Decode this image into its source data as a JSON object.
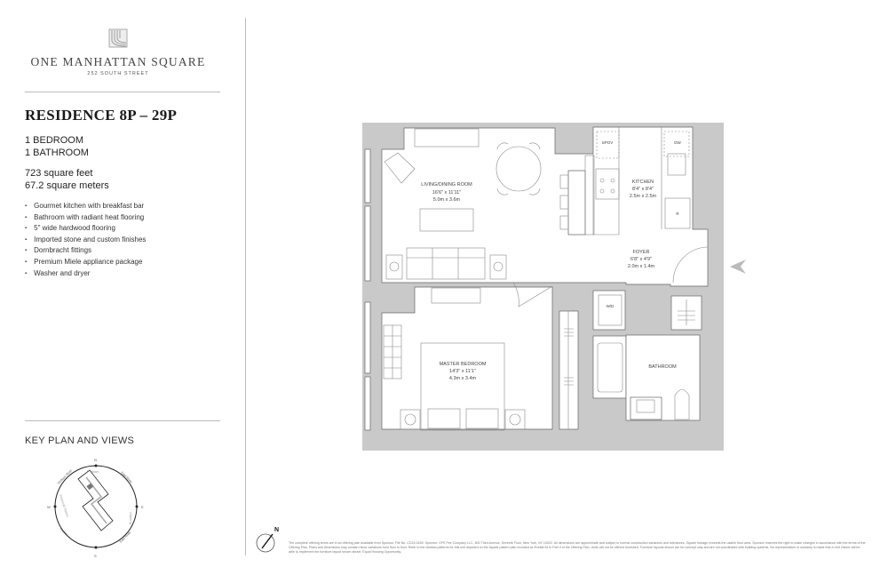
{
  "brand": {
    "name": "ONE MANHATTAN SQUARE",
    "address": "252 SOUTH STREET"
  },
  "residence": {
    "title": "RESIDENCE 8P – 29P",
    "bedrooms": "1 BEDROOM",
    "bathrooms": "1 BATHROOM",
    "area_sqft": "723 square feet",
    "area_sqm": "67.2 square meters",
    "features": [
      "Gourmet kitchen with breakfast bar",
      "Bathroom with radiant heat flooring",
      "5\" wide hardwood flooring",
      "Imported stone and custom finishes",
      "Dornbracht fittings",
      "Premium Miele appliance package",
      "Washer and dryer"
    ]
  },
  "key_plan": {
    "heading": "KEY PLAN AND VIEWS",
    "compass": {
      "n": "N",
      "s": "S",
      "e": "E",
      "w": "W"
    },
    "views": [
      "Hudson River",
      "Midtown",
      "East River",
      "Brooklyn",
      "East River",
      "Harbor",
      "Financial District"
    ]
  },
  "floor_plan": {
    "wall_color": "#c9c9c9",
    "rooms": [
      {
        "name": "LIVING/DINING ROOM",
        "imperial": "16'6\" x 11'11\"",
        "metric": "5.0m x 3.6m"
      },
      {
        "name": "KITCHEN",
        "imperial": "8'4\" x 8'4\"",
        "metric": "2.5m x 2.5m"
      },
      {
        "name": "FOYER",
        "imperial": "6'8\" x 4'9\"",
        "metric": "2.0m x 1.4m"
      },
      {
        "name": "MASTER BEDROOM",
        "imperial": "14'3\" x 11'1\"",
        "metric": "4.3m x 3.4m"
      },
      {
        "name": "BATHROOM",
        "imperial": "",
        "metric": ""
      }
    ],
    "appliances": {
      "range": "SPOV",
      "dishwasher": "DW",
      "fridge": "R",
      "washer_dryer": "W/D"
    },
    "north": "N"
  },
  "disclaimer": "The complete offering terms are in an offering plan available from Sponsor. File No. CD15-0189. Sponsor: CPS Fee Company LLC, 800 Third Avenue, Seventh Floor, New York, NY 10022. All dimensions are approximate and subject to normal construction variances and tolerances. Square footage exceeds the usable floor area. Sponsor reserves the right to make changes in accordance with the terms of the Offering Plan. Plans and dimensions may contain minor variations from floor to floor. Refer to the window patterns for this unit depicted on the façade pattern plan included as Exhibit 54 in Part II of the Offering Plan. Units will not be offered furnished. Furniture layouts shown are for concept only and are not coordinated with building systems. No representation or warranty is made that a Unit Owner will be able to implement the furniture layout shown above. Equal Housing Opportunity."
}
